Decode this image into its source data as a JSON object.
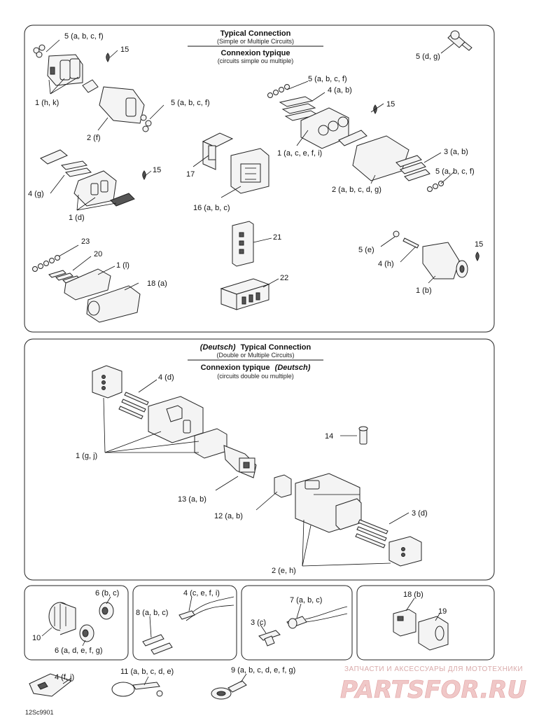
{
  "panel_top": {
    "title": "Typical Connection",
    "subtitle": "(Simple or Multiple Circuits)",
    "title_fr": "Connexion typique",
    "subtitle_fr": "(circuits simple ou multiple)",
    "labels": {
      "l5abcf_a": "5 (a, b, c, f)",
      "l15_a": "15",
      "l1hk": "1 (h, k)",
      "l2f": "2 (f)",
      "l5abcf_b": "5 (a, b, c, f)",
      "l5dg": "5 (d, g)",
      "l5abcf_c": "5 (a, b, c, f)",
      "l4ab": "4 (a, b)",
      "l15_b": "15",
      "l1acefi": "1 (a, c, e, f, i)",
      "l3ab": "3 (a, b)",
      "l5abcf_d": "5 (a, b, c, f)",
      "l2abcdg": "2 (a, b, c, d, g)",
      "l4g": "4 (g)",
      "l15_c": "15",
      "l1d": "1 (d)",
      "l17": "17",
      "l16abc": "16 (a, b, c)",
      "l21": "21",
      "l23": "23",
      "l20": "20",
      "l1l": "1 (l)",
      "l18a": "18 (a)",
      "l22": "22",
      "l5e": "5 (e)",
      "l15_d": "15",
      "l4h": "4 (h)",
      "l1b": "1 (b)"
    }
  },
  "panel_deutsch": {
    "title_prefix": "(Deutsch)",
    "title": "Typical Connection",
    "subtitle": "(Double or Multiple Circuits)",
    "title_fr": "Connexion typique",
    "title_fr_suffix": "(Deutsch)",
    "subtitle_fr": "(circuits double ou multiple)",
    "labels": {
      "l4d": "4 (d)",
      "l14": "14",
      "l1gj": "1 (g, j)",
      "l13ab": "13 (a, b)",
      "l12ab": "12 (a, b)",
      "l3d": "3 (d)",
      "l2eh": "2 (e, h)"
    }
  },
  "panel_bottom": {
    "labels": {
      "l6bc": "6 (b, c)",
      "l10": "10",
      "l6adefg": "6 (a, d, e, f, g)",
      "l4cefi": "4 (c, e, f, i)",
      "l8abc": "8 (a, b, c)",
      "l7abc": "7 (a, b, c)",
      "l3c": "3 (c)",
      "l18b": "18 (b)",
      "l19": "19",
      "l4fj": "4 (f, j)",
      "l11abcde": "11 (a, b, c, d, e)",
      "l9abcdefg": "9 (a, b, c, d, e, f, g)"
    }
  },
  "footer": {
    "code": "12Sc9901",
    "watermark_line": "ЗАПЧАСТИ И АКСЕССУАРЫ ДЛЯ МОТОТЕХНИКИ",
    "watermark_brand": "PARTSFOR.RU"
  }
}
